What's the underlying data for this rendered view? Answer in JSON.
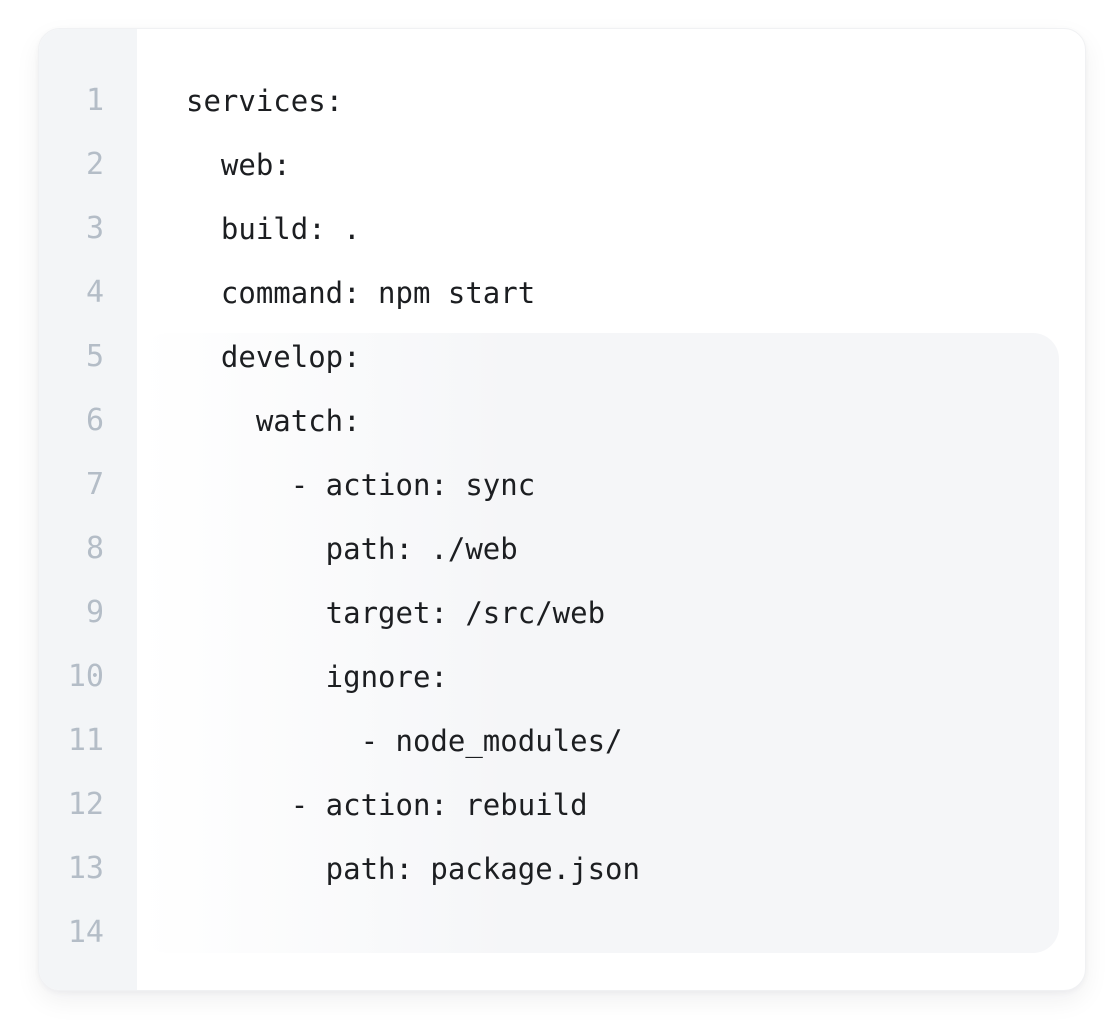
{
  "editor": {
    "language": "yaml",
    "line_count": 14,
    "lines": [
      {
        "number": 1,
        "code": "services:",
        "highlighted": false
      },
      {
        "number": 2,
        "code": "  web:",
        "highlighted": false
      },
      {
        "number": 3,
        "code": "  build: .",
        "highlighted": false
      },
      {
        "number": 4,
        "code": "  command: npm start",
        "highlighted": false
      },
      {
        "number": 5,
        "code": "  develop:",
        "highlighted": true
      },
      {
        "number": 6,
        "code": "    watch:",
        "highlighted": true
      },
      {
        "number": 7,
        "code": "      - action: sync",
        "highlighted": true
      },
      {
        "number": 8,
        "code": "        path: ./web",
        "highlighted": true
      },
      {
        "number": 9,
        "code": "        target: /src/web",
        "highlighted": true
      },
      {
        "number": 10,
        "code": "        ignore:",
        "highlighted": true
      },
      {
        "number": 11,
        "code": "          - node_modules/",
        "highlighted": true
      },
      {
        "number": 12,
        "code": "      - action: rebuild",
        "highlighted": true
      },
      {
        "number": 13,
        "code": "        path: package.json",
        "highlighted": true
      },
      {
        "number": 14,
        "code": "",
        "highlighted": true
      }
    ],
    "colors": {
      "card_background": "#ffffff",
      "card_border": "#f0f1f3",
      "gutter_background": "#f3f5f7",
      "line_number_color": "#b4bdc7",
      "code_color": "#1c1e21",
      "highlight_background": "#f5f6f8"
    }
  }
}
